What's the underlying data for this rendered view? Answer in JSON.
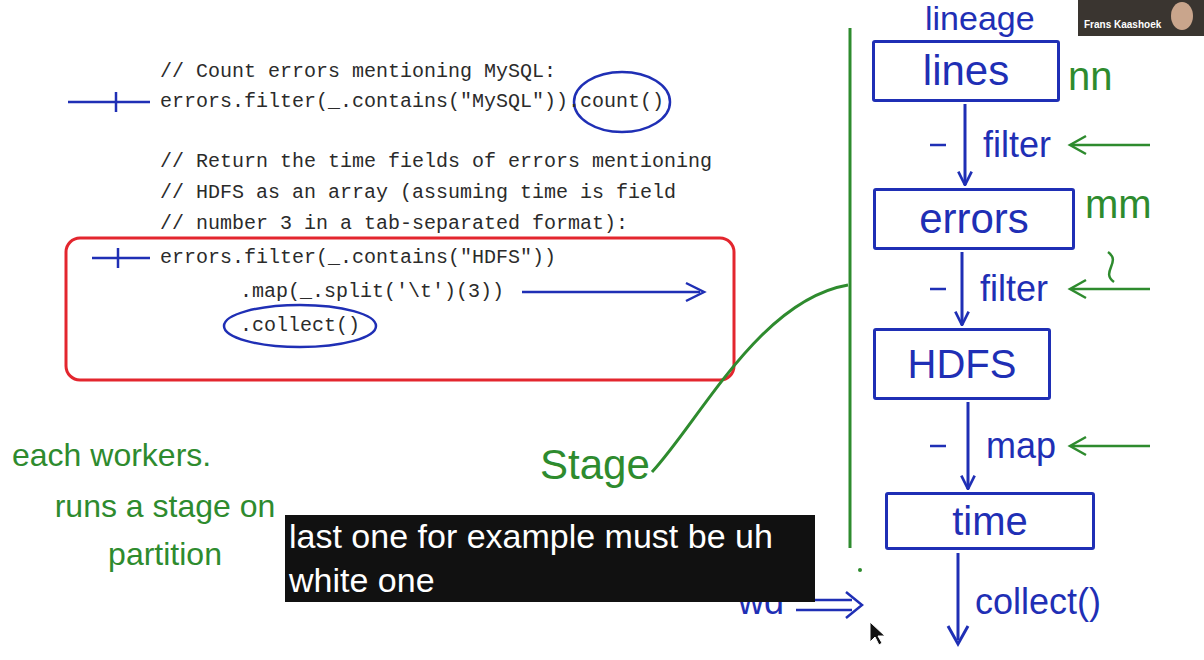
{
  "diagram": {
    "nodes": [
      {
        "text": [
          "lines"
        ]
      },
      {
        "text": [
          "errors"
        ]
      },
      {
        "text": [
          "HDFS"
        ]
      },
      {
        "text": [
          "time"
        ]
      }
    ],
    "edges": [
      {
        "from": 0,
        "to": 1,
        "arrow": "to",
        "label": "filter"
      },
      {
        "from": 1,
        "to": 2,
        "arrow": "to",
        "label": "filter"
      },
      {
        "from": 2,
        "to": 3,
        "arrow": "to",
        "label": "map"
      }
    ],
    "labels": [
      "// Count errors mentioning MySQL:",
      "errors.filter(_.contains(\"MySQL\")).count()",
      "// Return the time fields of errors mentioning",
      "// HDFS as an array (assuming time is field",
      "// number 3 in a tab-separated format):",
      "errors.filter(_.contains(\"HDFS\"))",
      ".map(_.split('\\t')(3))",
      ".collect()",
      "lineage",
      "nn",
      "mm",
      "each workers.",
      "runs a stage on partition",
      "Stage",
      "wd",
      "collect()",
      "last one for example must be uh white one",
      "Frans Kaashoek"
    ]
  }
}
